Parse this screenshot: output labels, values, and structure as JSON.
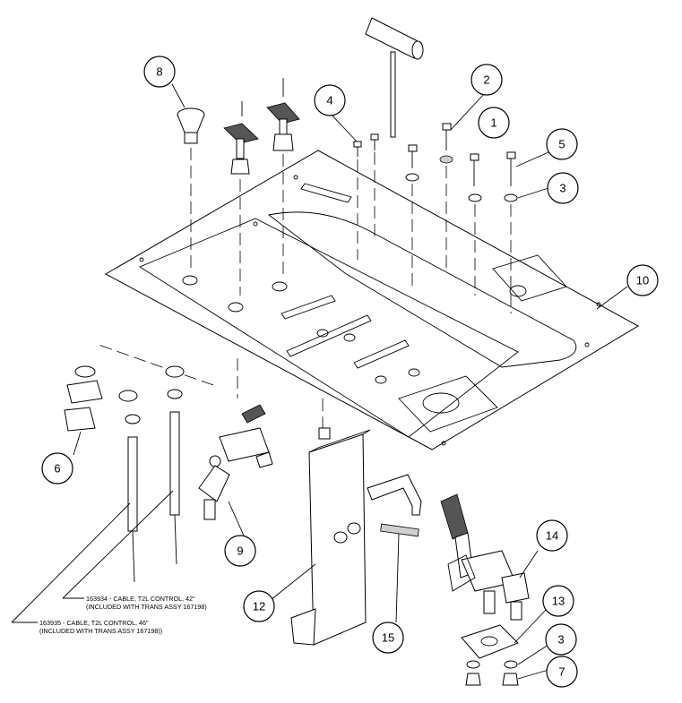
{
  "balloons": [
    {
      "label": "1"
    },
    {
      "label": "2"
    },
    {
      "label": "3"
    },
    {
      "label": "3"
    },
    {
      "label": "4"
    },
    {
      "label": "5"
    },
    {
      "label": "6"
    },
    {
      "label": "7"
    },
    {
      "label": "8"
    },
    {
      "label": "9"
    },
    {
      "label": "10"
    },
    {
      "label": "12"
    },
    {
      "label": "13"
    },
    {
      "label": "14"
    },
    {
      "label": "15"
    }
  ],
  "notes": {
    "cable42_line1": "163934 - CABLE, T2L CONTROL, 42\"",
    "cable42_line2": "(INCLUDED WITH TRANS ASSY 167198)",
    "cable46_line1": "163935 - CABLE, T2L CONTROL, 46\"",
    "cable46_line2": "(INCLUDED WITH TRANS ASSY 167198))"
  }
}
